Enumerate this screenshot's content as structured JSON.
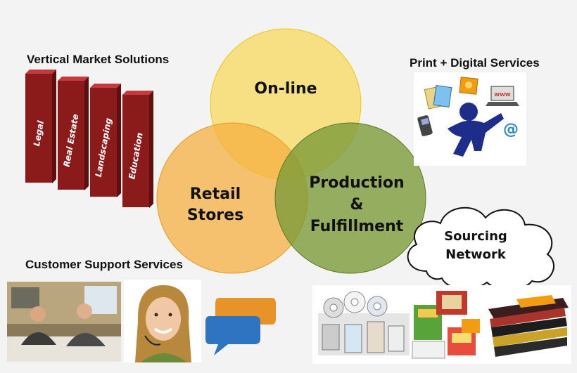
{
  "headings": {
    "vertical_market": "Vertical Market Solutions",
    "print_digital": "Print + Digital Services",
    "customer_support": "Customer Support Services"
  },
  "pillars": [
    "Legal",
    "Real Estate",
    "Landscaping",
    "Education"
  ],
  "venn": {
    "online": "On-line",
    "retail_line1": "Retail",
    "retail_line2": "Stores",
    "production_line1": "Production",
    "production_line2": "&",
    "production_line3": "Fulfillment"
  },
  "cloud": {
    "line1": "Sourcing",
    "line2": "Network"
  },
  "icons": {
    "www_label": "WWW",
    "at_symbol": "@"
  },
  "colors": {
    "online_circle": "#f7dc6f",
    "retail_circle": "#f5b041",
    "production_circle": "#7d9b3a",
    "pillar": "#8b1a1a",
    "accent_blue": "#1f2d8a"
  }
}
